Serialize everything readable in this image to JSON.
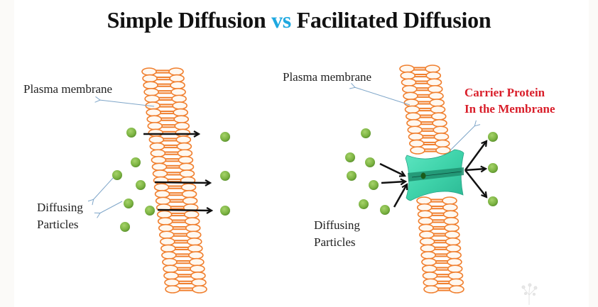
{
  "title": {
    "part1": "Simple Diffusion",
    "vs": "vs",
    "part2": "Facilitated Diffusion",
    "vs_color": "#1ea8e0"
  },
  "left_panel": {
    "name": "Simple Diffusion",
    "membrane_label": "Plasma membrane",
    "particles_label_line1": "Diffusing",
    "particles_label_line2": "Particles",
    "outside_particle_count": 7,
    "inside_particle_count": 3,
    "arrow_count": 3
  },
  "right_panel": {
    "name": "Facilitated Diffusion",
    "membrane_label": "Plasma membrane",
    "carrier_label_line1": "Carrier Protein",
    "carrier_label_line2": "In the Membrane",
    "particles_label_line1": "Diffusing",
    "particles_label_line2": "Particles",
    "outside_particle_count": 7,
    "inside_particle_count": 3,
    "incoming_arrow_count": 3,
    "outgoing_arrow_count": 3
  },
  "colors": {
    "membrane": "#f07f2e",
    "particle": "#7cb342",
    "carrier_protein": "#3fd9b0",
    "carrier_label": "#d91e2a",
    "arrow": "#111111",
    "leader_line": "#7fa6c9"
  },
  "icons": {
    "watermark": "dandelion-watermark-icon"
  }
}
